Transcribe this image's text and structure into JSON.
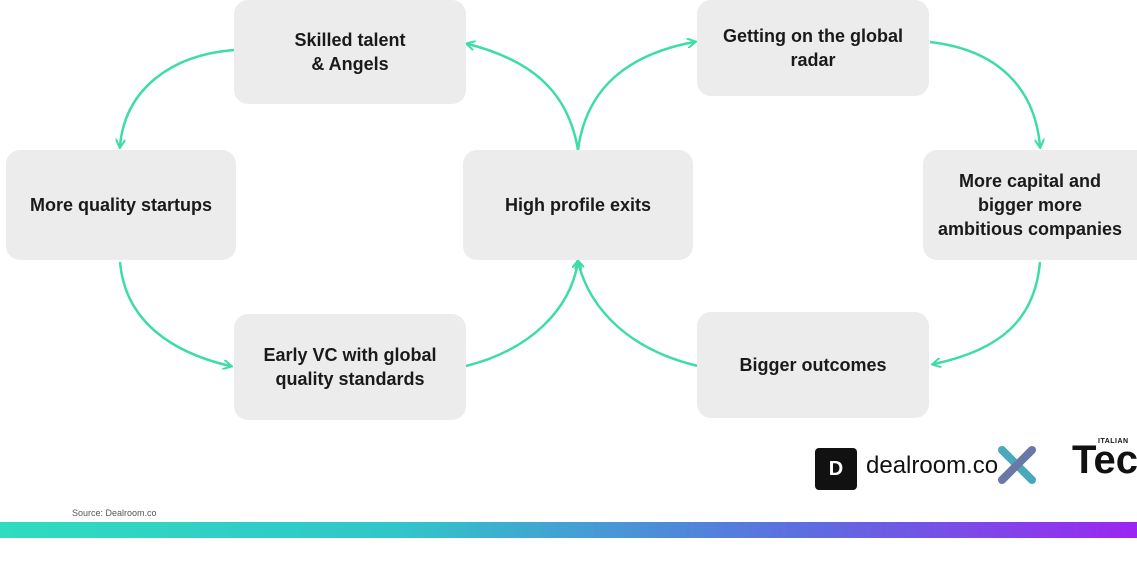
{
  "nodes": {
    "skilled_talent": "Skilled talent\n& Angels",
    "getting_global_radar": "Getting on the global\nradar",
    "more_quality_startups": "More quality startups",
    "high_profile_exits": "High profile exits",
    "more_capital": "More capital and\nbigger more\nambitious companies",
    "early_vc": "Early VC with global\nquality standards",
    "bigger_outcomes": "Bigger outcomes"
  },
  "source": "Source: Dealroom.co",
  "logos": {
    "dealroom_mark": "D",
    "dealroom_text": "dealroom.co",
    "italian": "ITALIAN",
    "tech": "Tec"
  },
  "colors": {
    "arrow": "#3ddca8",
    "node_bg": "#ececec",
    "bar_start": "#2fdcc0",
    "bar_end": "#9b27f0"
  }
}
